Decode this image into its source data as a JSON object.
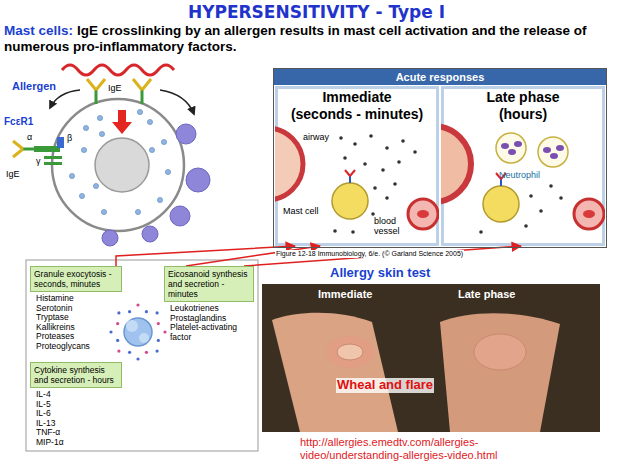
{
  "diagram": {
    "title": "HYPERSENSITIVITY - Type I",
    "nodes": [
      {
        "text": [
          "Acute responses"
        ]
      },
      {
        "text": [
          "Immediate",
          "(seconds - minutes)"
        ],
        "in": 0
      },
      {
        "text": [
          "Late phase",
          "(hours)"
        ],
        "in": 0
      },
      {
        "text": [
          "Granule exocytosis - seconds, minutes",
          "Histamine",
          "Serotonin",
          "Tryptase",
          "Kallikreins",
          "Proteases",
          "Proteoglycans"
        ]
      },
      {
        "text": [
          "Eicosanoid synthesis and secretion - minutes",
          "Leukotrienes",
          "Prostaglandins",
          "Platelet-activating factor"
        ]
      },
      {
        "text": [
          "Cytokine synthesis and secretion - hours",
          "IL-4",
          "IL-5",
          "IL-6",
          "IL-13",
          "TNF-α",
          "MIP-1α"
        ]
      }
    ],
    "edges": [
      {
        "from": 3,
        "to": 1,
        "arrow": "to"
      },
      {
        "from": 4,
        "to": 1,
        "arrow": "to"
      },
      {
        "from": 4,
        "to": 2,
        "arrow": "to"
      }
    ],
    "labels": [
      "Mast cells:",
      "IgE crosslinking by an allergen results in mast cell activation and the release of numerous pro-inflammatory factors.",
      "Allergen",
      "IgE",
      "FcεR1",
      "α",
      "β",
      "γ",
      "IgE",
      "airway",
      "Mast cell",
      "blood vessel",
      "Neutrophil",
      "Figure 12-18 Immunobiology, 6/e. (© Garland Science 2005)",
      "Allergy skin test",
      "Immediate",
      "Late phase",
      "Wheal and flare",
      "http://allergies.emedtv.com/allergies-video/understanding-allergies-video.html"
    ]
  }
}
